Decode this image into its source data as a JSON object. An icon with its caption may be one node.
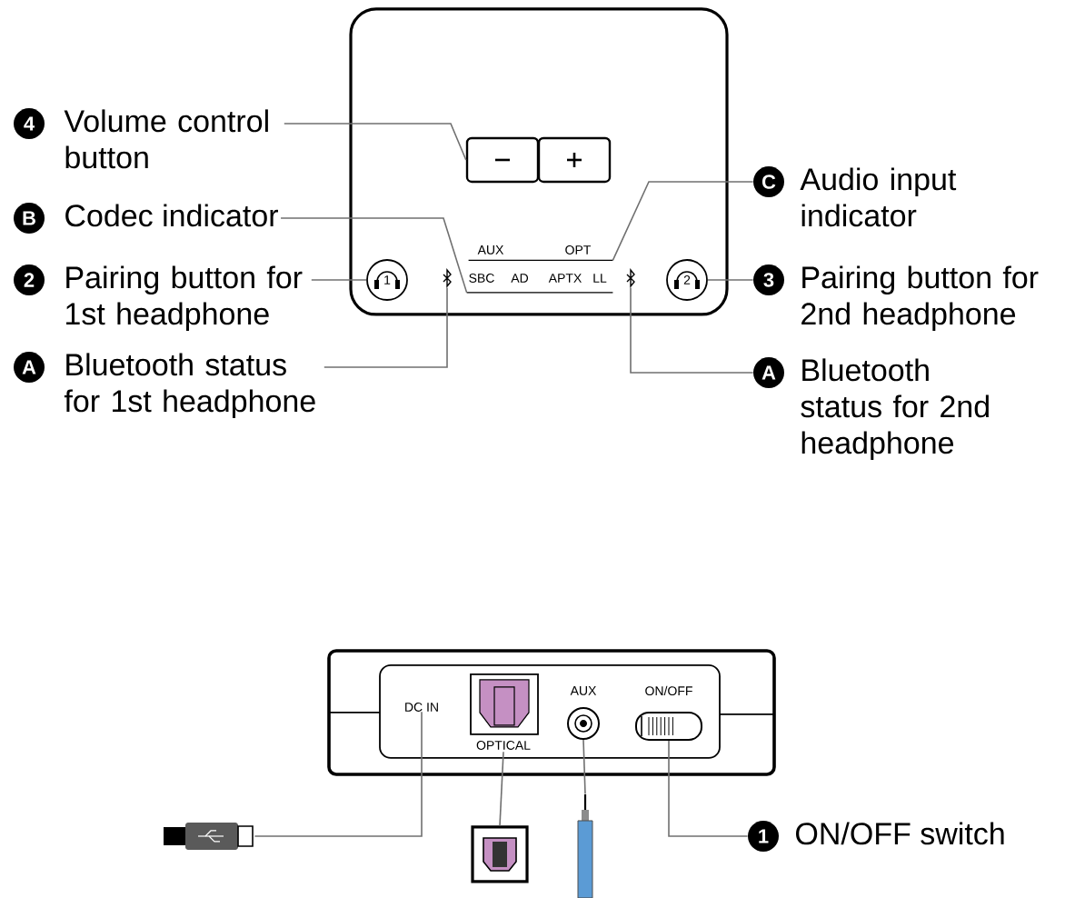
{
  "diagram": {
    "nodes": [
      {
        "text": [],
        "shape": "box"
      },
      {
        "text": [],
        "shape": "box",
        "in": 0
      },
      {
        "text": [],
        "shape": "box",
        "in": 0
      },
      {
        "text": [
          "1"
        ],
        "in": 0
      },
      {
        "text": [],
        "shape": "icon",
        "in": 0
      },
      {
        "text": [],
        "shape": "icon",
        "in": 0
      },
      {
        "text": [
          "2"
        ],
        "in": 0
      },
      {
        "text": [
          "4",
          "Volume control button"
        ]
      },
      {
        "text": [
          "B",
          "Codec indicator"
        ]
      },
      {
        "text": [
          "2",
          "Pairing button for 1st headphone"
        ]
      },
      {
        "text": [
          "A",
          "Bluetooth status for 1st headphone"
        ]
      },
      {
        "text": [
          "C",
          "Audio input indicator"
        ]
      },
      {
        "text": [
          "3",
          "Pairing button for 2nd headphone"
        ]
      },
      {
        "text": [
          "A",
          "Bluetooth status for 2nd headphone"
        ]
      },
      {
        "text": [],
        "shape": "box"
      },
      {
        "text": [],
        "shape": "box",
        "in": 14
      },
      {
        "text": [
          "DC IN"
        ],
        "in": 15
      },
      {
        "text": [],
        "shape": "box",
        "beside": [
          "OPTICAL"
        ],
        "in": 15
      },
      {
        "text": [],
        "shape": "circle",
        "beside": [
          "AUX"
        ],
        "in": 15
      },
      {
        "text": [],
        "shape": "box",
        "beside": [
          "ON/OFF"
        ],
        "in": 15
      },
      {
        "text": [],
        "shape": "plug"
      },
      {
        "text": [],
        "shape": "box"
      },
      {
        "text": [],
        "shape": "plug"
      },
      {
        "text": [
          "1",
          "ON/OFF switch"
        ]
      },
      {
        "text": [
          "AUX",
          "OPT"
        ],
        "in": 0
      },
      {
        "text": [
          "SBC",
          "AD",
          "APTX",
          "LL"
        ],
        "in": 0
      }
    ],
    "edges": [
      {
        "from": 7,
        "to": 1,
        "arrow": "none"
      },
      {
        "from": 8,
        "to": 25,
        "arrow": "none"
      },
      {
        "from": 9,
        "to": 3,
        "arrow": "none"
      },
      {
        "from": 10,
        "to": 4,
        "arrow": "none"
      },
      {
        "from": 11,
        "to": 24,
        "arrow": "none"
      },
      {
        "from": 12,
        "to": 6,
        "arrow": "none"
      },
      {
        "from": 13,
        "to": 5,
        "arrow": "none"
      },
      {
        "from": 16,
        "to": 20,
        "arrow": "none"
      },
      {
        "from": 17,
        "to": 21,
        "arrow": "none"
      },
      {
        "from": 18,
        "to": 22,
        "arrow": "none"
      },
      {
        "from": 23,
        "to": 19,
        "arrow": "none"
      }
    ]
  }
}
